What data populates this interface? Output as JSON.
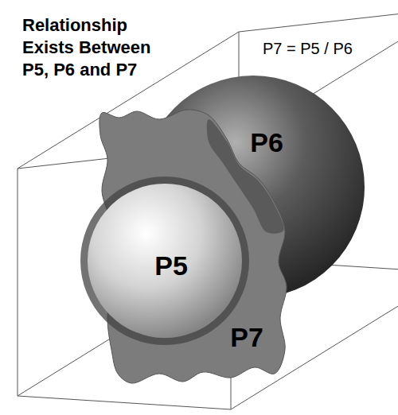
{
  "diagram": {
    "title": "Relationship Exists Between P5, P6 and P7",
    "nodes": [
      {
        "text": [
          "P6"
        ]
      },
      {
        "text": [
          "P5"
        ]
      },
      {
        "text": [
          "P7"
        ]
      }
    ],
    "labels": [
      "P7 = P5 / P6"
    ]
  }
}
